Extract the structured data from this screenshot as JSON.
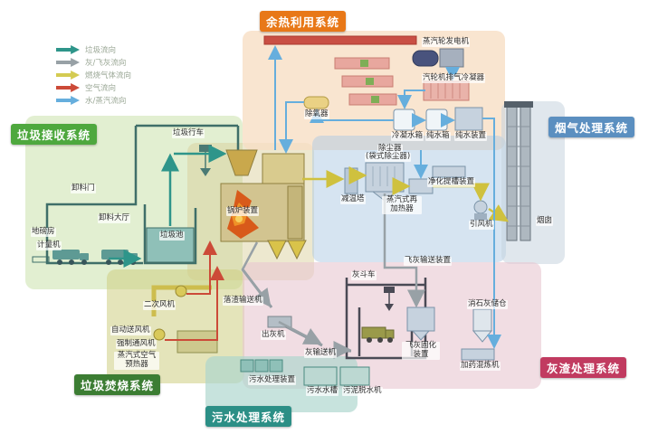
{
  "legend": {
    "items": [
      {
        "label": "垃圾流向",
        "color": "#2e958a"
      },
      {
        "label": "灰/飞灰流向",
        "color": "#98a1a6"
      },
      {
        "label": "燃烧气体流向",
        "color": "#d4cb52"
      },
      {
        "label": "空气流向",
        "color": "#cc4a38"
      },
      {
        "label": "水/蒸汽流向",
        "color": "#66aedd"
      }
    ]
  },
  "systems": {
    "waste_heat": {
      "label": "余热利用系统",
      "color": "#e87818"
    },
    "flue_gas": {
      "label": "烟气处理系统",
      "color": "#5b8fc0"
    },
    "reception": {
      "label": "垃圾接收系统",
      "color": "#4ea83e"
    },
    "incineration": {
      "label": "垃圾焚烧系统",
      "color": "#3c7d33"
    },
    "sewage": {
      "label": "污水处理系统",
      "color": "#2c8f86"
    },
    "ash": {
      "label": "灰渣处理系统",
      "color": "#c13b60"
    }
  },
  "equipment": {
    "crane": "垃圾行车",
    "unload_door": "卸料门",
    "unload_hall": "卸料大厅",
    "weighbridge": "地磅房",
    "weigher": "计量机",
    "waste_pit": "垃圾池",
    "turbine": "蒸汽轮发电机",
    "condenser": "汽轮机排气冷凝器",
    "deaerator": "除氧器",
    "cond_tank": "冷凝水箱",
    "pure_tank": "纯水箱",
    "pure_device": "纯水装置",
    "dust_collector": "除尘器",
    "dust_collector_sub": "(袋式除尘器)",
    "purifier": "净化提槽装置",
    "cooling_tower": "减温塔",
    "reheater": "蒸汽式再加热器",
    "id_fan": "引风机",
    "chimney": "烟囱",
    "boiler": "锅炉装置",
    "secondary_fan": "二次风机",
    "auto_fan": "自动送风机",
    "forced_fan": "强制通风机",
    "preheater": "蒸汽式空气预热器",
    "flyash_conveyor": "飞灰输送装置",
    "ash_cart": "灰斗车",
    "slag_conveyor": "落渣输送机",
    "ash_out": "出灰机",
    "ash_conveyor": "灰输送机",
    "solidify": "飞灰固化装置",
    "lime_silo": "消石灰储仓",
    "dosing": "加药混炼机",
    "sewage_device": "污水处理装置",
    "sewage_tank": "污水水槽",
    "dewater": "污泥脱水机"
  }
}
